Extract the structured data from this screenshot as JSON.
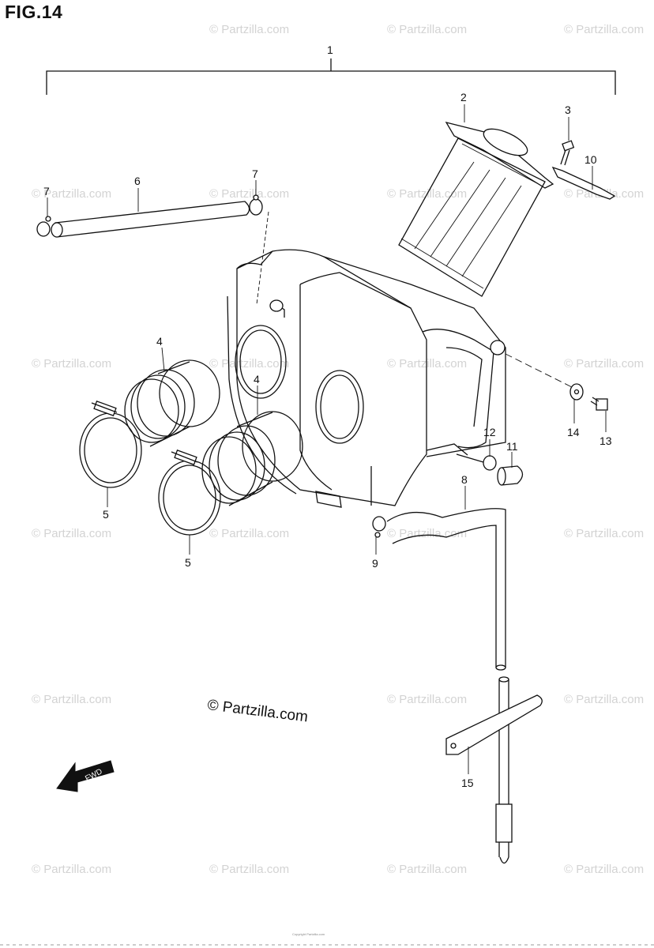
{
  "figure": {
    "title": "FIG.14"
  },
  "watermark": {
    "text": "© Partzilla.com",
    "main_text": "© Partzilla.com"
  },
  "callouts": {
    "c1": "1",
    "c2": "2",
    "c3": "3",
    "c4a": "4",
    "c4b": "4",
    "c5a": "5",
    "c5b": "5",
    "c6": "6",
    "c7a": "7",
    "c7b": "7",
    "c8": "8",
    "c9": "9",
    "c10": "10",
    "c11": "11",
    "c12": "12",
    "c13": "13",
    "c14": "14",
    "c15": "15"
  },
  "front_indicator": {
    "label": "FWD"
  },
  "footer": {
    "copyright": "Copyright Partzilla.com"
  }
}
